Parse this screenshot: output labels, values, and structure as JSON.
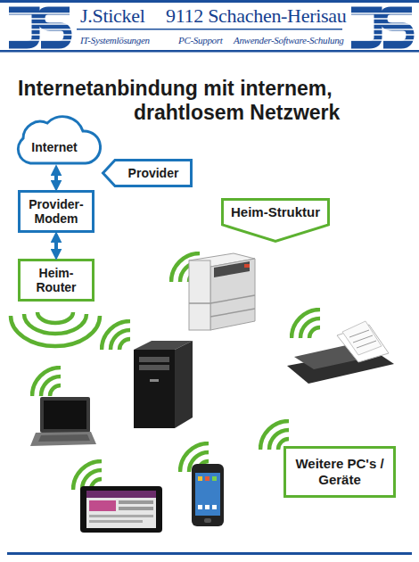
{
  "diagram": {
    "title": "Internetanbindung mit internem, drahtlosem Netzwerk",
    "nodes": [
      {
        "text": [
          "Internet"
        ]
      },
      {
        "text": [
          "Provider"
        ]
      },
      {
        "text": [
          "Provider-Modem"
        ]
      },
      {
        "text": [
          "Heim-Router"
        ]
      },
      {
        "text": [
          "Heim-Struktur"
        ]
      },
      {
        "text": [
          "Weitere PC's / Geräte"
        ]
      }
    ],
    "edges": [
      {
        "from": 0,
        "to": 2,
        "arrow": "both"
      },
      {
        "from": 2,
        "to": 3,
        "arrow": "both"
      }
    ],
    "labels": [
      "J.Stickel",
      "9112 Schachen-Herisau",
      "IT-Systemlösungen",
      "PC-Support",
      "Anwender-Software-Schulung"
    ]
  }
}
